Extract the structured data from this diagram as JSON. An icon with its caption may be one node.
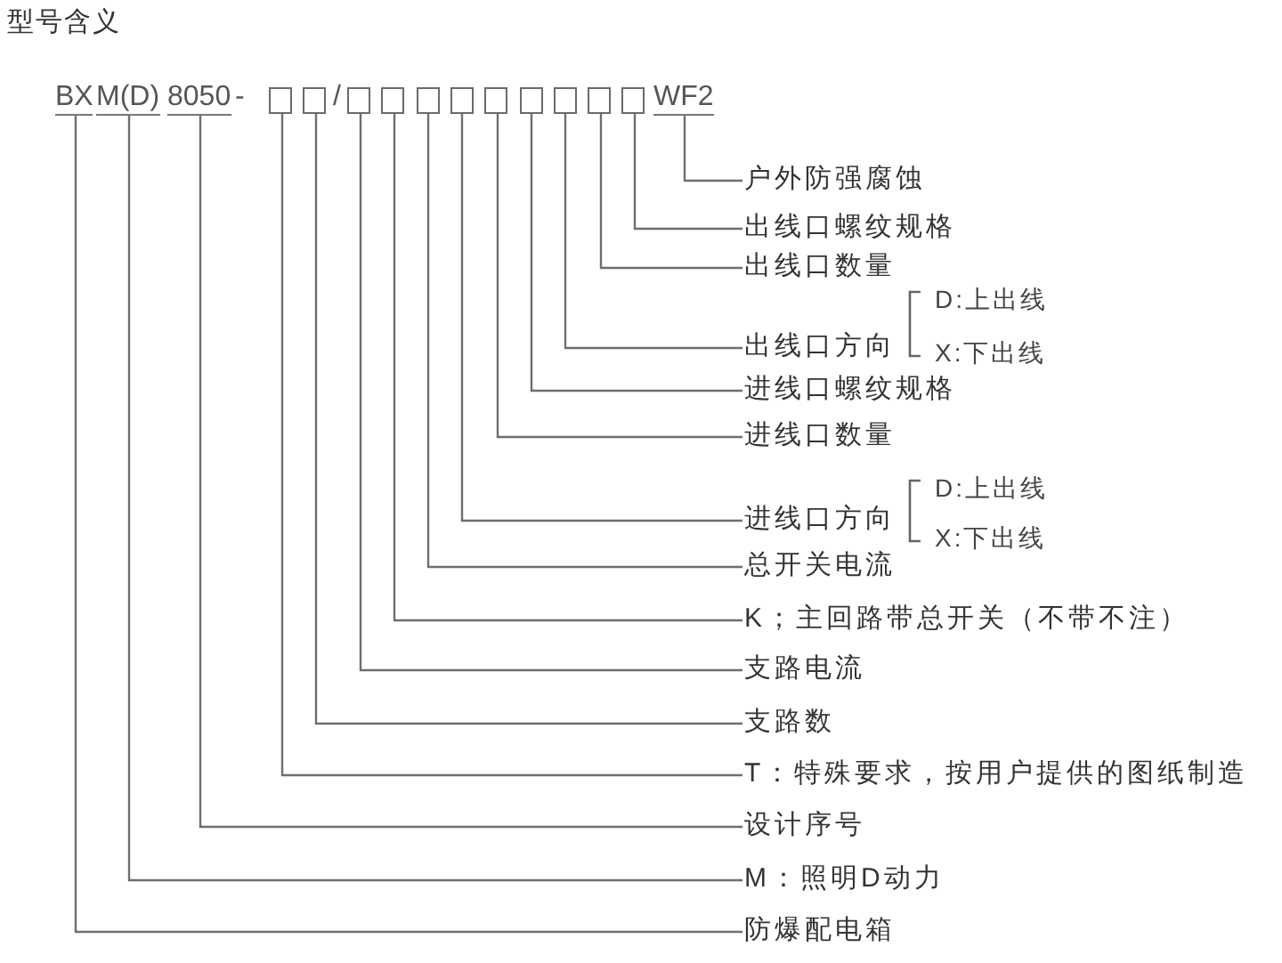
{
  "diagram": {
    "title": "型号含义",
    "nodes": [
      {
        "text": [
          "BX"
        ]
      },
      {
        "text": [
          "M(D)"
        ]
      },
      {
        "text": [
          "8050"
        ]
      },
      {
        "text": [],
        "shape": "box"
      },
      {
        "text": [],
        "shape": "box"
      },
      {
        "text": [],
        "shape": "box"
      },
      {
        "text": [],
        "shape": "box"
      },
      {
        "text": [],
        "shape": "box"
      },
      {
        "text": [],
        "shape": "box"
      },
      {
        "text": [],
        "shape": "box"
      },
      {
        "text": [],
        "shape": "box"
      },
      {
        "text": [],
        "shape": "box"
      },
      {
        "text": [],
        "shape": "box"
      },
      {
        "text": [],
        "shape": "box"
      },
      {
        "text": [
          "WF2"
        ]
      },
      {
        "text": [
          "户外防强腐蚀"
        ]
      },
      {
        "text": [
          "出线口螺纹规格"
        ]
      },
      {
        "text": [
          "出线口数量"
        ]
      },
      {
        "text": [
          "出线口方向",
          "D:上出线",
          "X:下出线"
        ]
      },
      {
        "text": [
          "进线口螺纹规格"
        ]
      },
      {
        "text": [
          "进线口数量"
        ]
      },
      {
        "text": [
          "进线口方向",
          "D:上出线",
          "X:下出线"
        ]
      },
      {
        "text": [
          "总开关电流"
        ]
      },
      {
        "text": [
          "K；主回路带总开关（不带不注）"
        ]
      },
      {
        "text": [
          "支路电流"
        ]
      },
      {
        "text": [
          "支路数"
        ]
      },
      {
        "text": [
          "T：特殊要求，按用户提供的图纸制造"
        ]
      },
      {
        "text": [
          "设计序号"
        ]
      },
      {
        "text": [
          "M：照明D动力"
        ]
      },
      {
        "text": [
          "防爆配电箱"
        ]
      }
    ],
    "edges": [
      {
        "from": 15,
        "to": 14,
        "arrow": "none"
      },
      {
        "from": 16,
        "to": 13,
        "arrow": "none"
      },
      {
        "from": 17,
        "to": 12,
        "arrow": "none"
      },
      {
        "from": 18,
        "to": 11,
        "arrow": "none"
      },
      {
        "from": 19,
        "to": 10,
        "arrow": "none"
      },
      {
        "from": 20,
        "to": 9,
        "arrow": "none"
      },
      {
        "from": 21,
        "to": 8,
        "arrow": "none"
      },
      {
        "from": 22,
        "to": 7,
        "arrow": "none"
      },
      {
        "from": 23,
        "to": 6,
        "arrow": "none"
      },
      {
        "from": 24,
        "to": 5,
        "arrow": "none"
      },
      {
        "from": 25,
        "to": 4,
        "arrow": "none"
      },
      {
        "from": 26,
        "to": 3,
        "arrow": "none"
      },
      {
        "from": 27,
        "to": 2,
        "arrow": "none"
      },
      {
        "from": 28,
        "to": 1,
        "arrow": "none"
      },
      {
        "from": 29,
        "to": 0,
        "arrow": "none"
      }
    ],
    "labels": [
      "-",
      "/"
    ]
  }
}
